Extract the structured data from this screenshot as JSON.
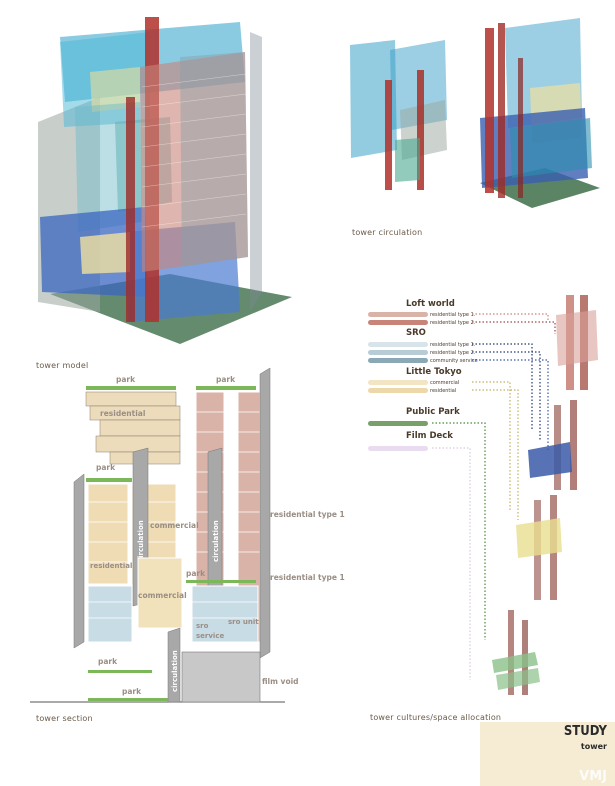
{
  "captions": {
    "tower_model": "tower model",
    "tower_circulation": "tower circulation",
    "tower_section": "tower section",
    "tower_cultures": "tower cultures/space allocation"
  },
  "legend": {
    "loft_world": "Loft world",
    "loft_res1": "residential type 1.",
    "loft_res2": "residential type 2.",
    "sro": "SRO",
    "sro_res1": "residential type 1.",
    "sro_res2": "residential type 2.",
    "sro_comm": "community service",
    "little_tokyo": "Little Tokyo",
    "lt_commercial": "commercial",
    "lt_residential": "residential",
    "public_park": "Public Park",
    "film_deck": "Film Deck"
  },
  "section": {
    "park_top_left": "park",
    "park_top_right": "park",
    "residential": "residential",
    "park_mid": "park",
    "circulation_1": "circulation",
    "commercial": "commercial",
    "circulation_2": "circulation",
    "residential_type1_a": "residential type 1",
    "residential_left": "residential",
    "park_mid2": "park",
    "residential_type1_b": "residential type 1",
    "commercial_2": "commercial",
    "sro": "sro",
    "service": "service",
    "sro_unit": "sro unit",
    "park_low1": "park",
    "circulation_3": "circulation",
    "film_void": "film void",
    "park_low2": "park"
  },
  "study": {
    "title": "STUDY",
    "subtitle": "tower",
    "mark": "VMJ"
  },
  "colors": {
    "loft": "#c9847a",
    "sro": "#a9c3cf",
    "tokyo": "#f0ddb0",
    "park": "#6a9a5a",
    "film": "#e4d4ec",
    "circ_red": "#b0302a",
    "glass_blue": "#3aa0c8",
    "deep_blue": "#3a5fb0",
    "ground": "#3e6e4a"
  }
}
